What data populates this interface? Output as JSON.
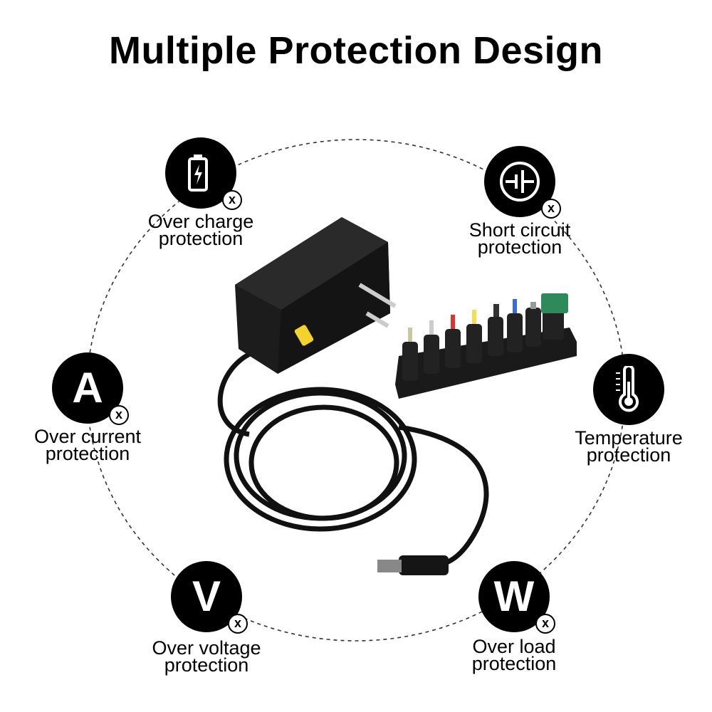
{
  "title": "Multiple Protection Design",
  "features": [
    {
      "name": "over-charge",
      "icon": "battery-charging-icon",
      "line1": "Over charge",
      "line2": "protection"
    },
    {
      "name": "short-circuit",
      "icon": "short-circuit-icon",
      "line1": "Short circuit",
      "line2": "protection"
    },
    {
      "name": "over-current",
      "icon": "letter-a-icon",
      "glyph": "A",
      "line1": "Over current",
      "line2": "protection"
    },
    {
      "name": "temperature",
      "icon": "thermometer-icon",
      "line1": "Temperature",
      "line2": "protection"
    },
    {
      "name": "over-voltage",
      "icon": "letter-v-icon",
      "glyph": "V",
      "line1": "Over voltage",
      "line2": "protection"
    },
    {
      "name": "over-load",
      "icon": "letter-w-icon",
      "glyph": "W",
      "line1": "Over load",
      "line2": "protection"
    }
  ],
  "badge": "x"
}
